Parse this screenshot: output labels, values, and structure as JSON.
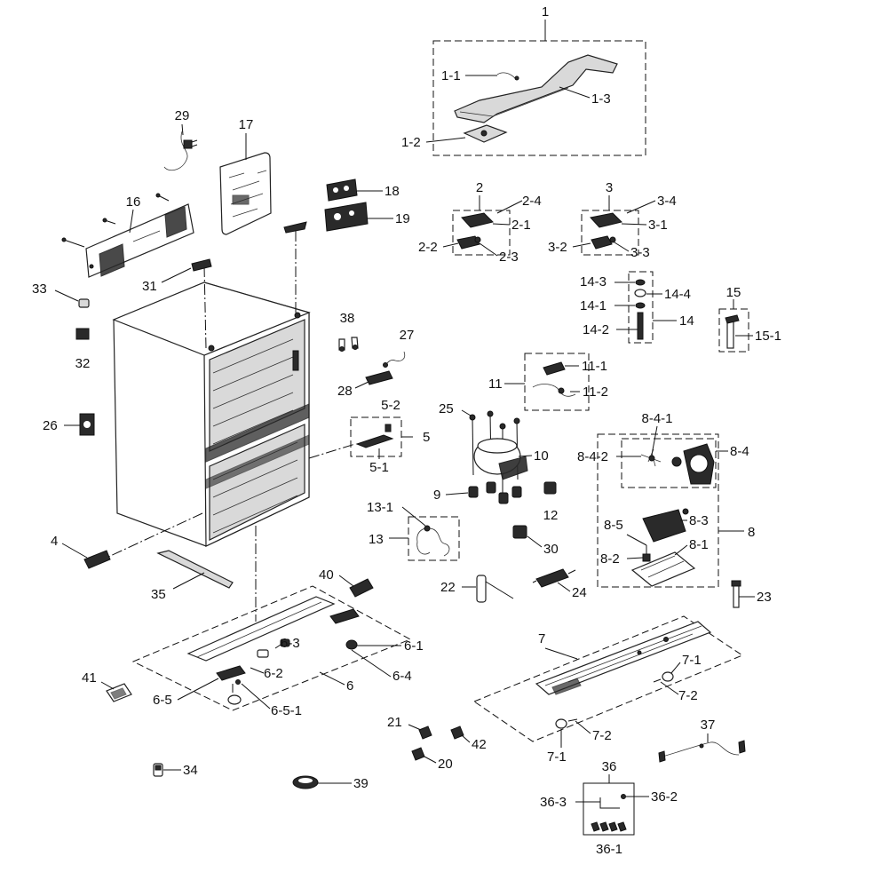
{
  "labels": {
    "l1": "1",
    "l1_1": "1-1",
    "l1_2": "1-2",
    "l1_3": "1-3",
    "l2": "2",
    "l2_1": "2-1",
    "l2_2": "2-2",
    "l2_3": "2-3",
    "l2_4": "2-4",
    "l3": "3",
    "l3_1": "3-1",
    "l3_2": "3-2",
    "l3_3": "3-3",
    "l3_4": "3-4",
    "l4": "4",
    "l5": "5",
    "l5_1": "5-1",
    "l5_2": "5-2",
    "l6": "6",
    "l6_1": "6-1",
    "l6_2": "6-2",
    "l6_3": "6-3",
    "l6_4": "6-4",
    "l6_5": "6-5",
    "l6_5_1": "6-5-1",
    "l7": "7",
    "l7_1a": "7-1",
    "l7_1b": "7-1",
    "l7_2a": "7-2",
    "l7_2b": "7-2",
    "l8": "8",
    "l8_1": "8-1",
    "l8_2": "8-2",
    "l8_3": "8-3",
    "l8_4": "8-4",
    "l8_4_1": "8-4-1",
    "l8_4_2": "8-4-2",
    "l8_5": "8-5",
    "l9": "9",
    "l10": "10",
    "l11": "11",
    "l11_1": "11-1",
    "l11_2": "11-2",
    "l12": "12",
    "l13": "13",
    "l13_1": "13-1",
    "l14": "14",
    "l14_1": "14-1",
    "l14_2": "14-2",
    "l14_3": "14-3",
    "l14_4": "14-4",
    "l15": "15",
    "l15_1": "15-1",
    "l16": "16",
    "l17": "17",
    "l18": "18",
    "l19": "19",
    "l20": "20",
    "l21": "21",
    "l22": "22",
    "l23": "23",
    "l24": "24",
    "l25": "25",
    "l26": "26",
    "l27": "27",
    "l28": "28",
    "l29": "29",
    "l30": "30",
    "l31": "31",
    "l32": "32",
    "l33": "33",
    "l34": "34",
    "l35": "35",
    "l36": "36",
    "l36_1": "36-1",
    "l36_2": "36-2",
    "l36_3": "36-3",
    "l37": "37",
    "l38": "38",
    "l39": "39",
    "l40": "40",
    "l41": "41",
    "l42": "42"
  }
}
